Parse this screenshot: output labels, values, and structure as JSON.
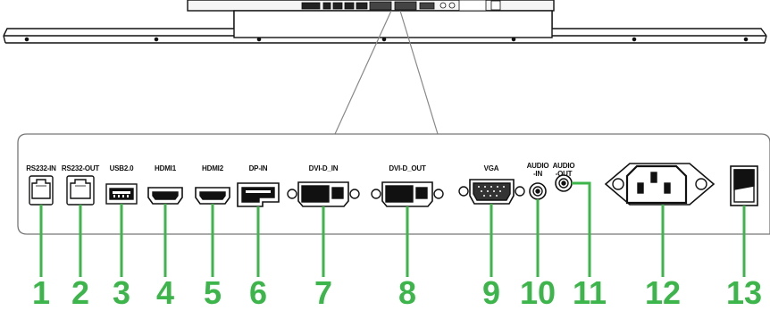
{
  "accent_color": "#3cb54a",
  "line_color": "#111111",
  "ports": [
    {
      "number": "1",
      "label": "RS232-IN"
    },
    {
      "number": "2",
      "label": "RS232-OUT"
    },
    {
      "number": "3",
      "label": "USB2.0"
    },
    {
      "number": "4",
      "label": "HDMI1"
    },
    {
      "number": "5",
      "label": "HDMI2"
    },
    {
      "number": "6",
      "label": "DP-IN"
    },
    {
      "number": "7",
      "label": "DVI-D_IN"
    },
    {
      "number": "8",
      "label": "DVI-D_OUT"
    },
    {
      "number": "9",
      "label": "VGA"
    },
    {
      "number": "10",
      "label": "AUDIO\n-IN"
    },
    {
      "number": "11",
      "label": "AUDIO\n-OUT"
    },
    {
      "number": "12",
      "label": ""
    },
    {
      "number": "13",
      "label": ""
    }
  ]
}
